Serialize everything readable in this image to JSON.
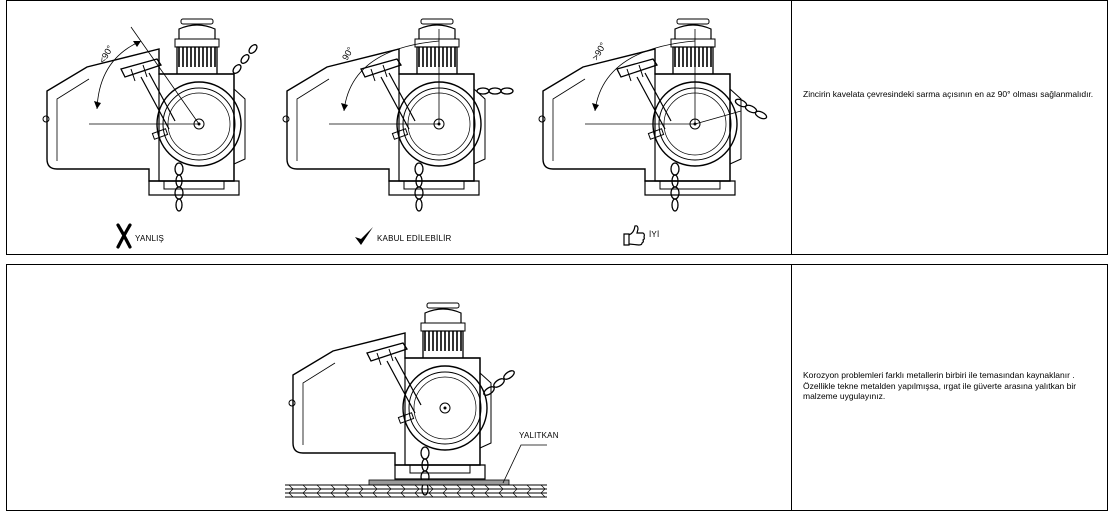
{
  "top_panel": {
    "figures": [
      {
        "angle_label": "<90°",
        "caption": "YANLIŞ",
        "icon": "cross-mark-icon"
      },
      {
        "angle_label": "90°",
        "caption": "KABUL EDİLEBİLİR",
        "icon": "check-mark-icon"
      },
      {
        "angle_label": ">90°",
        "caption": "İYİ",
        "icon": "thumbs-up-icon"
      }
    ],
    "note": "Zincirin kavelata çevresindeki sarma açısının  en az 90°  olması sağlanmalıdır."
  },
  "bottom_panel": {
    "label": "YALITKAN",
    "note": "Korozyon problemleri farklı metallerin birbiri ile temasından kaynaklanır . Özellikle tekne metalden yapılmışsa, ırgat ile güverte arasına yalıtkan bir malzeme uygulayınız."
  }
}
